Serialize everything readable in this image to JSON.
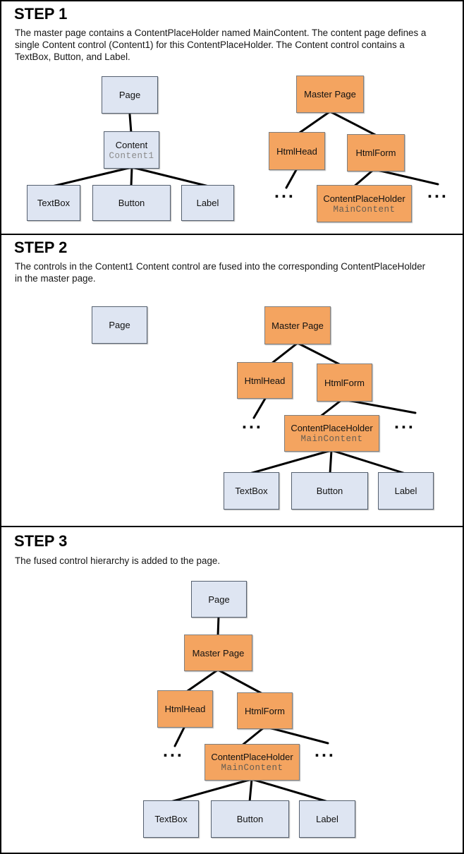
{
  "colors": {
    "content_control_fill": "#dee5f2",
    "content_control_border": "#55606f",
    "master_control_fill": "#f4a460",
    "master_control_border": "#7f7f7f",
    "connector": "#000000",
    "code_text_gray": "#8a8a8a",
    "code_text_brown": "#645c52"
  },
  "steps": [
    {
      "title": "STEP 1",
      "description": [
        "The master page contains a ContentPlaceHolder named MainContent. The content page defines a",
        "single Content control (Content1) for this ContentPlaceHolder. The Content control contains a",
        "TextBox, Button, and Label."
      ],
      "nodes": {
        "page": "Page",
        "content": "Content",
        "content_id": "Content1",
        "textbox": "TextBox",
        "button": "Button",
        "label": "Label",
        "master_page": "Master Page",
        "html_head": "HtmlHead",
        "html_form": "HtmlForm",
        "content_placeholder": "ContentPlaceHolder",
        "content_placeholder_id": "MainContent",
        "ellipsis": "..."
      }
    },
    {
      "title": "STEP 2",
      "description": [
        "The controls in the Content1 Content control are fused into the corresponding ContentPlaceHolder",
        "in the master page."
      ],
      "nodes": {
        "page": "Page",
        "master_page": "Master Page",
        "html_head": "HtmlHead",
        "html_form": "HtmlForm",
        "content_placeholder": "ContentPlaceHolder",
        "content_placeholder_id": "MainContent",
        "textbox": "TextBox",
        "button": "Button",
        "label": "Label",
        "ellipsis": "..."
      }
    },
    {
      "title": "STEP 3",
      "description": [
        "The fused control hierarchy is added to the page."
      ],
      "nodes": {
        "page": "Page",
        "master_page": "Master Page",
        "html_head": "HtmlHead",
        "html_form": "HtmlForm",
        "content_placeholder": "ContentPlaceHolder",
        "content_placeholder_id": "MainContent",
        "textbox": "TextBox",
        "button": "Button",
        "label": "Label",
        "ellipsis": "..."
      }
    }
  ]
}
